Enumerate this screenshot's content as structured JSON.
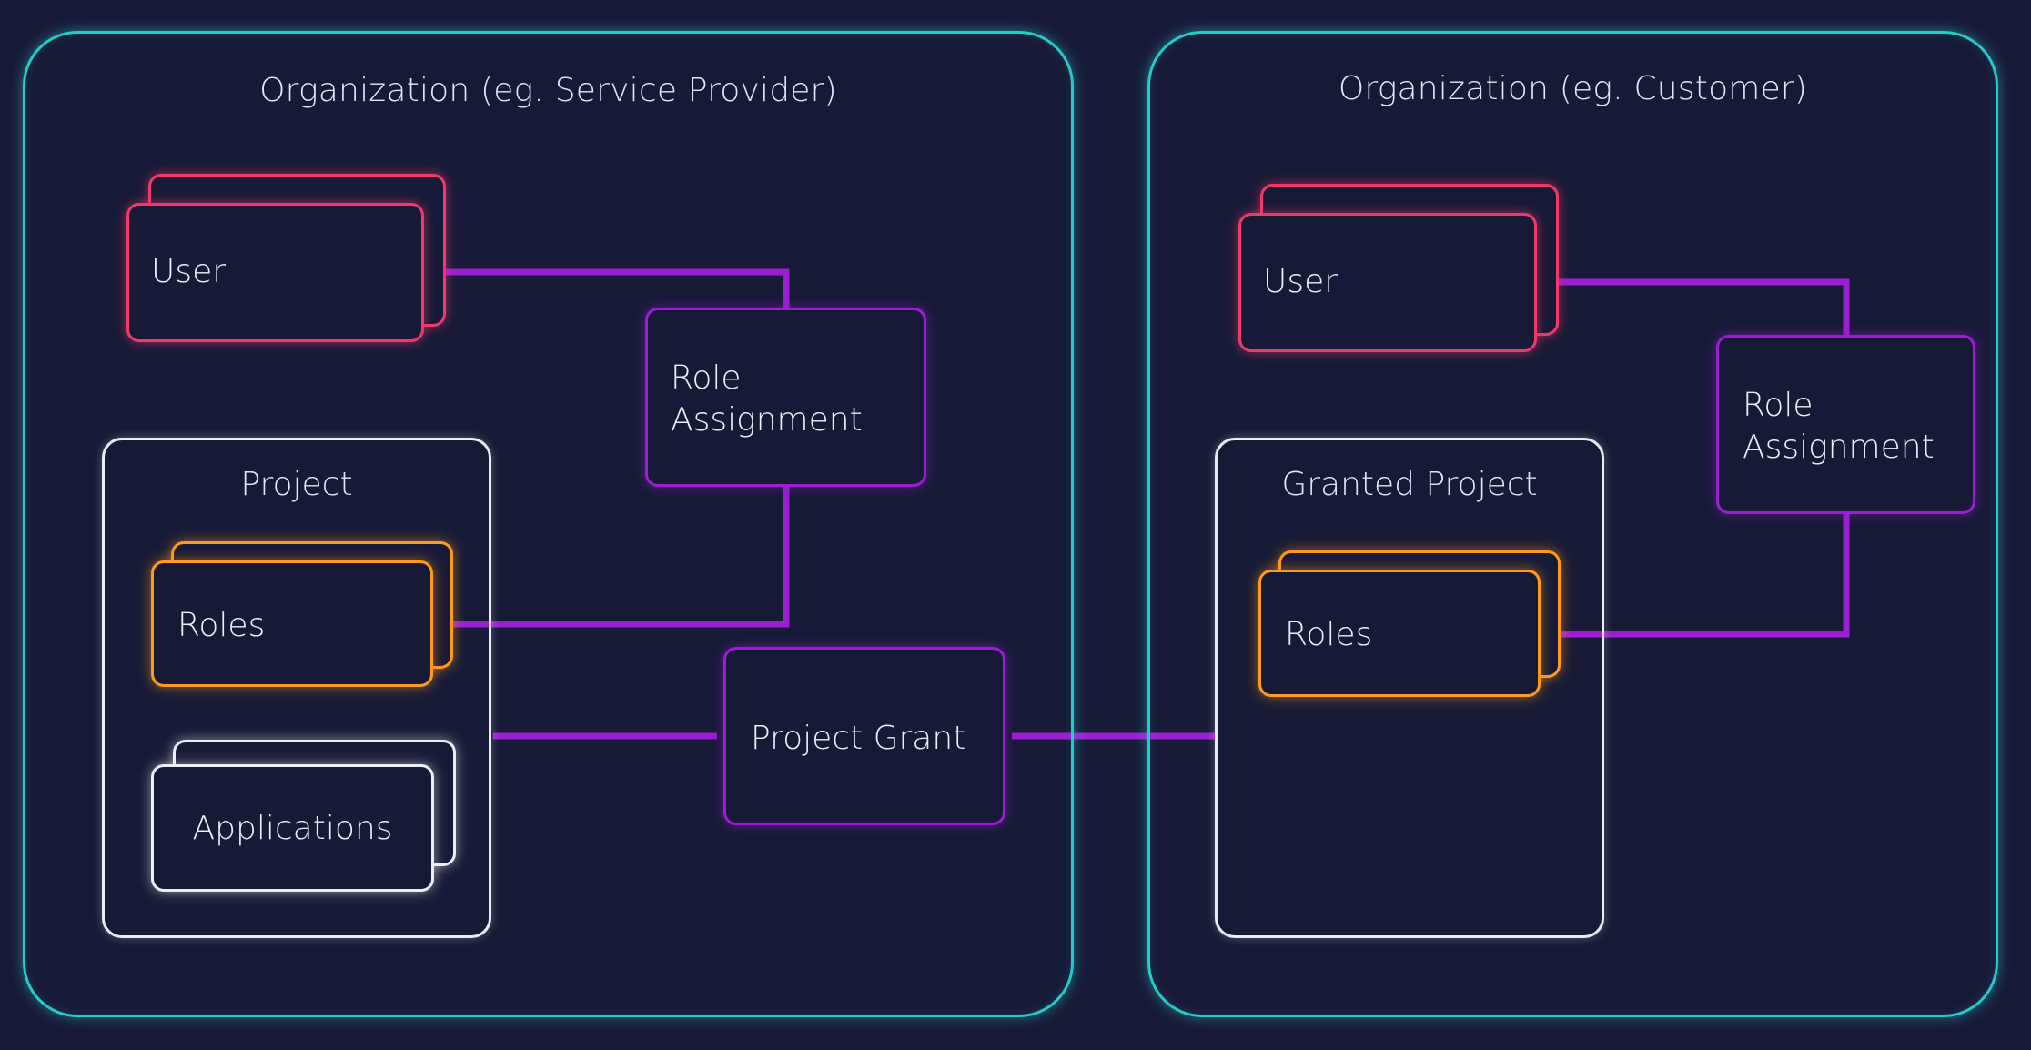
{
  "colors": {
    "background": "#171a37",
    "organization": "#29c9c9",
    "user": "#f0386b",
    "roles": "#ff9a1a",
    "applications": "#eceef6",
    "assignment": "#9b1fd0"
  },
  "left_org": {
    "title": "Organization (eg. Service Provider)",
    "user_label": "User",
    "role_assignment_label": "Role\nAssignment",
    "project": {
      "title": "Project",
      "roles_label": "Roles",
      "applications_label": "Applications"
    }
  },
  "project_grant": {
    "label": "Project Grant"
  },
  "right_org": {
    "title": "Organization (eg. Customer)",
    "user_label": "User",
    "role_assignment_label": "Role\nAssignment",
    "project": {
      "title": "Granted Project",
      "roles_label": "Roles"
    }
  }
}
